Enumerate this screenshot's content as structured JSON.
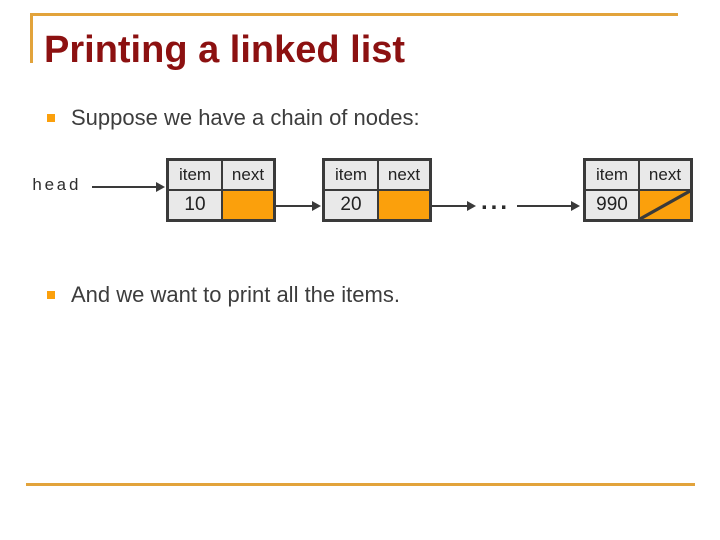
{
  "slide": {
    "title": "Printing a linked list",
    "bullets": [
      "Suppose we have a chain of nodes:",
      "And we want to print all the items."
    ],
    "head_label": "head",
    "ellipsis": "...",
    "colors": {
      "title": "#8C1111",
      "accent_gold": "#E2A33B",
      "orange": "#FBA00C",
      "text": "#3D3D3D",
      "line": "#3A3A3A",
      "cell_bg": "#E9E9E9"
    }
  },
  "diagram": {
    "nodes": [
      {
        "item_header": "item",
        "next_header": "next",
        "item_value": "10",
        "next_is_null": false
      },
      {
        "item_header": "item",
        "next_header": "next",
        "item_value": "20",
        "next_is_null": false
      },
      {
        "item_header": "item",
        "next_header": "next",
        "item_value": "990",
        "next_is_null": true
      }
    ]
  }
}
